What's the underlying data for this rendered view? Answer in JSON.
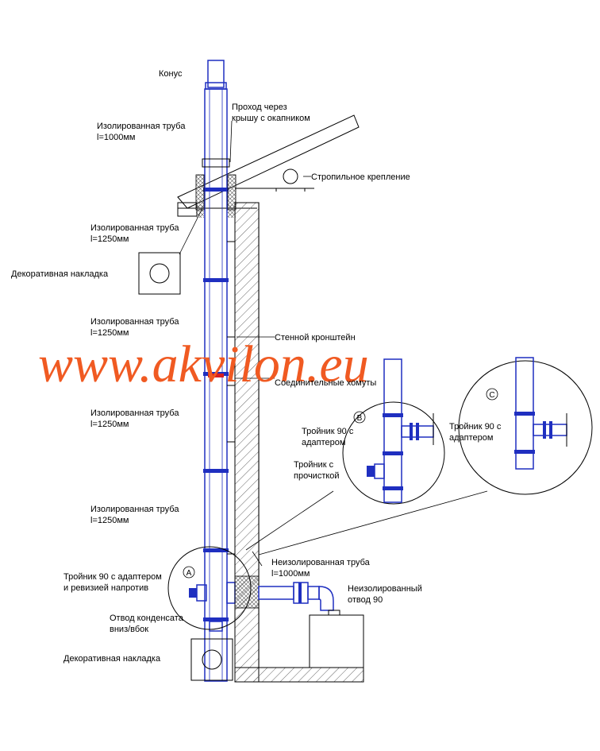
{
  "watermark": "www.akvilon.eu",
  "labels": {
    "cone": "Конус",
    "insulated_1000_a": "Изолированная труба",
    "insulated_1000_b": "l=1000мм",
    "roof_a": "Проход через",
    "roof_b": "крышу с окапником",
    "rafter": "Стропильное крепление",
    "ins1_a": "Изолированная труба",
    "ins1_b": "l=1250мм",
    "deco_top": "Декоративная накладка",
    "ins2_a": "Изолированная труба",
    "ins2_b": "l=1250мм",
    "wall_bracket": "Стенной кронштейн",
    "clamps": "Соединительные хомуты",
    "ins3_a": "Изолированная труба",
    "ins3_b": "l=1250мм",
    "ins4_a": "Изолированная труба",
    "ins4_b": "l=1250мм",
    "tee_a_1": "Тройник 90 с адаптером",
    "tee_a_2": "и ревизией напротив",
    "condensate_1": "Отвод конденсата",
    "condensate_2": "вниз/вбок",
    "deco_bottom": "Декоративная накладка",
    "uninsulated_a": "Неизолированная труба",
    "uninsulated_b": "l=1000мм",
    "elbow_a": "Неизолированный",
    "elbow_b": "отвод 90",
    "tee_b_1": "Тройник 90 с",
    "tee_b_2": "адаптером",
    "clean_1": "Тройник с",
    "clean_2": "прочисткой",
    "tee_c_1": "Тройник 90 с",
    "tee_c_2": "адаптером"
  },
  "markers": {
    "a": "A",
    "b": "B",
    "c": "C"
  },
  "colors": {
    "pipe": "#1f2fc0",
    "line": "#000000",
    "watermark": "#f05a22"
  }
}
